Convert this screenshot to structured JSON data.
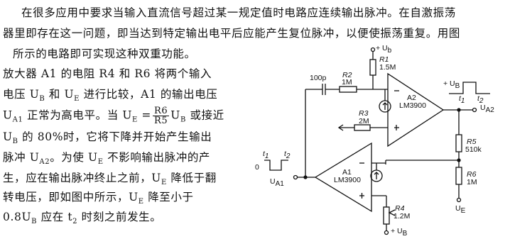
{
  "text": {
    "l1": "在很多应用中要求当输入直流信号超过某一规定值时电路应连续输出脉冲。在自激振荡",
    "l2": "器里即存在这一问题，即当达到特定输出电平后应能产生复位脉冲，以便使振荡重复。用图",
    "l3": "所示的电路即可实现这种双重功能。",
    "l4": "放大器 A1 的电阻 R4 和 R6 将两个输入",
    "l5": "电压 U",
    "l5b": "B",
    "l5c": " 和 U",
    "l5d": "E",
    "l5e": " 进行比较，A1 的输出电压",
    "l6a": "U",
    "l6b": "A1",
    "l6c": " 正常为高电平。当 U",
    "l6d": "E",
    "l6e": " =",
    "frac_num": "R6",
    "frac_den": "R5",
    "l6f": "U",
    "l6g": "B",
    "l6h": " 或接近",
    "l7": "U",
    "l7b": "B",
    "l7c": " 的 80%时，它将下降并开始产生输出",
    "l8": "脉冲 U",
    "l8b": "A2",
    "l8c": "。为使 U",
    "l8d": "E",
    "l8e": " 不影响输出脉冲的产",
    "l9": "生，应在输出脉冲终止之前，U",
    "l9b": "E",
    "l9c": " 降低于翻",
    "l10": "转电压，即如图中所示，U",
    "l10b": "E",
    "l10c": " 降至小于",
    "l11": "0.8U",
    "l11b": "B",
    "l11c": " 应在 t",
    "l11d": "2",
    "l11e": " 时刻之前发生。"
  },
  "schematic": {
    "ub_top": "+ U",
    "ub_top_sub": "b",
    "r1": "R1",
    "r1v": "1.5M",
    "c": "100p",
    "r2": "R2",
    "r2v": "1M",
    "a2": "A2",
    "a2chip": "LM3900",
    "r3": "R3",
    "r3v": "2M",
    "ubr": "+ U",
    "ubr_sub": "B",
    "t1r": "t",
    "t1r_sub": "1",
    "t2r": "t",
    "t2r_sub": "2",
    "ua2": "U",
    "ua2_sub": "A2",
    "r5": "R5",
    "r5v": "510k",
    "t1l": "t",
    "t1l_sub": "1",
    "t2l": "t",
    "t2l_sub": "2",
    "zero": "0",
    "ua1": "U",
    "ua1_sub": "A1",
    "a1": "A1",
    "a1chip": "LM3900",
    "r6": "R6",
    "r6v": "1M",
    "ue": "U",
    "ue_sub": "E",
    "r4": "R4",
    "r4v": "1.2M",
    "ub_bot": "+ U",
    "ub_bot_sub": "B"
  }
}
